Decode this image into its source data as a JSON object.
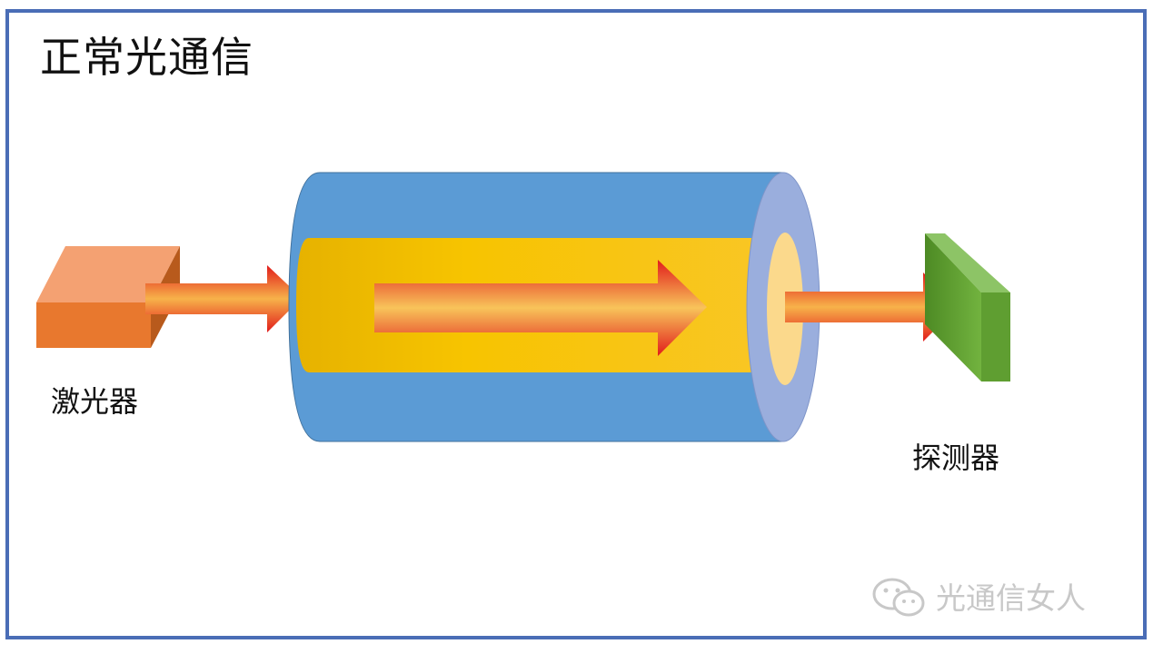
{
  "title": "正常光通信",
  "laser_label": "激光器",
  "detector_label": "探测器",
  "watermark": "光通信女人",
  "icons": {
    "watermark": "wechat-icon"
  },
  "colors": {
    "frame": "#4a6db6",
    "laser": "#e8782e",
    "fiber_cladding": "#5b9bd5",
    "fiber_core": "#f5c518",
    "fiber_end": "#9aaedd",
    "beam": "#e11b1b",
    "detector": "#6aaa3a"
  }
}
